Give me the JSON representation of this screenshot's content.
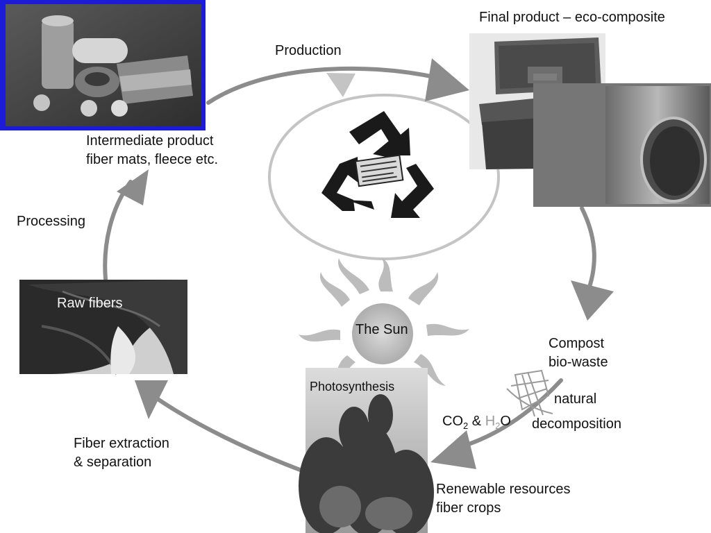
{
  "title_final": "Final product – eco-composite",
  "labels": {
    "production": "Production",
    "intermediate_line1": "Intermediate product",
    "intermediate_line2": "fiber mats, fleece etc.",
    "processing": "Processing",
    "raw_fibers": "Raw fibers",
    "the_sun": "The Sun",
    "photosynthesis": "Photosynthesis",
    "compost_line1": "Compost",
    "compost_line2": "bio-waste",
    "natural": "natural",
    "decomposition": "decomposition",
    "co2": "CO",
    "co2_sub": "2",
    "amp": " & ",
    "h2o_h": "H",
    "h2o_sub": "2",
    "h2o_o": "O",
    "fiber_extraction_line1": "Fiber extraction",
    "fiber_extraction_line2": "& separation",
    "renewable_line1": "Renewable resources",
    "renewable_line2": "fiber crops"
  },
  "icons": {
    "recycle": "recycle-icon",
    "sun": "sun-icon"
  },
  "colors": {
    "arrow": "#8c8c8c",
    "inner_ring": "#bdbdbd",
    "sun": "#b5b5b5",
    "frame_blue": "#1b1bd8"
  }
}
